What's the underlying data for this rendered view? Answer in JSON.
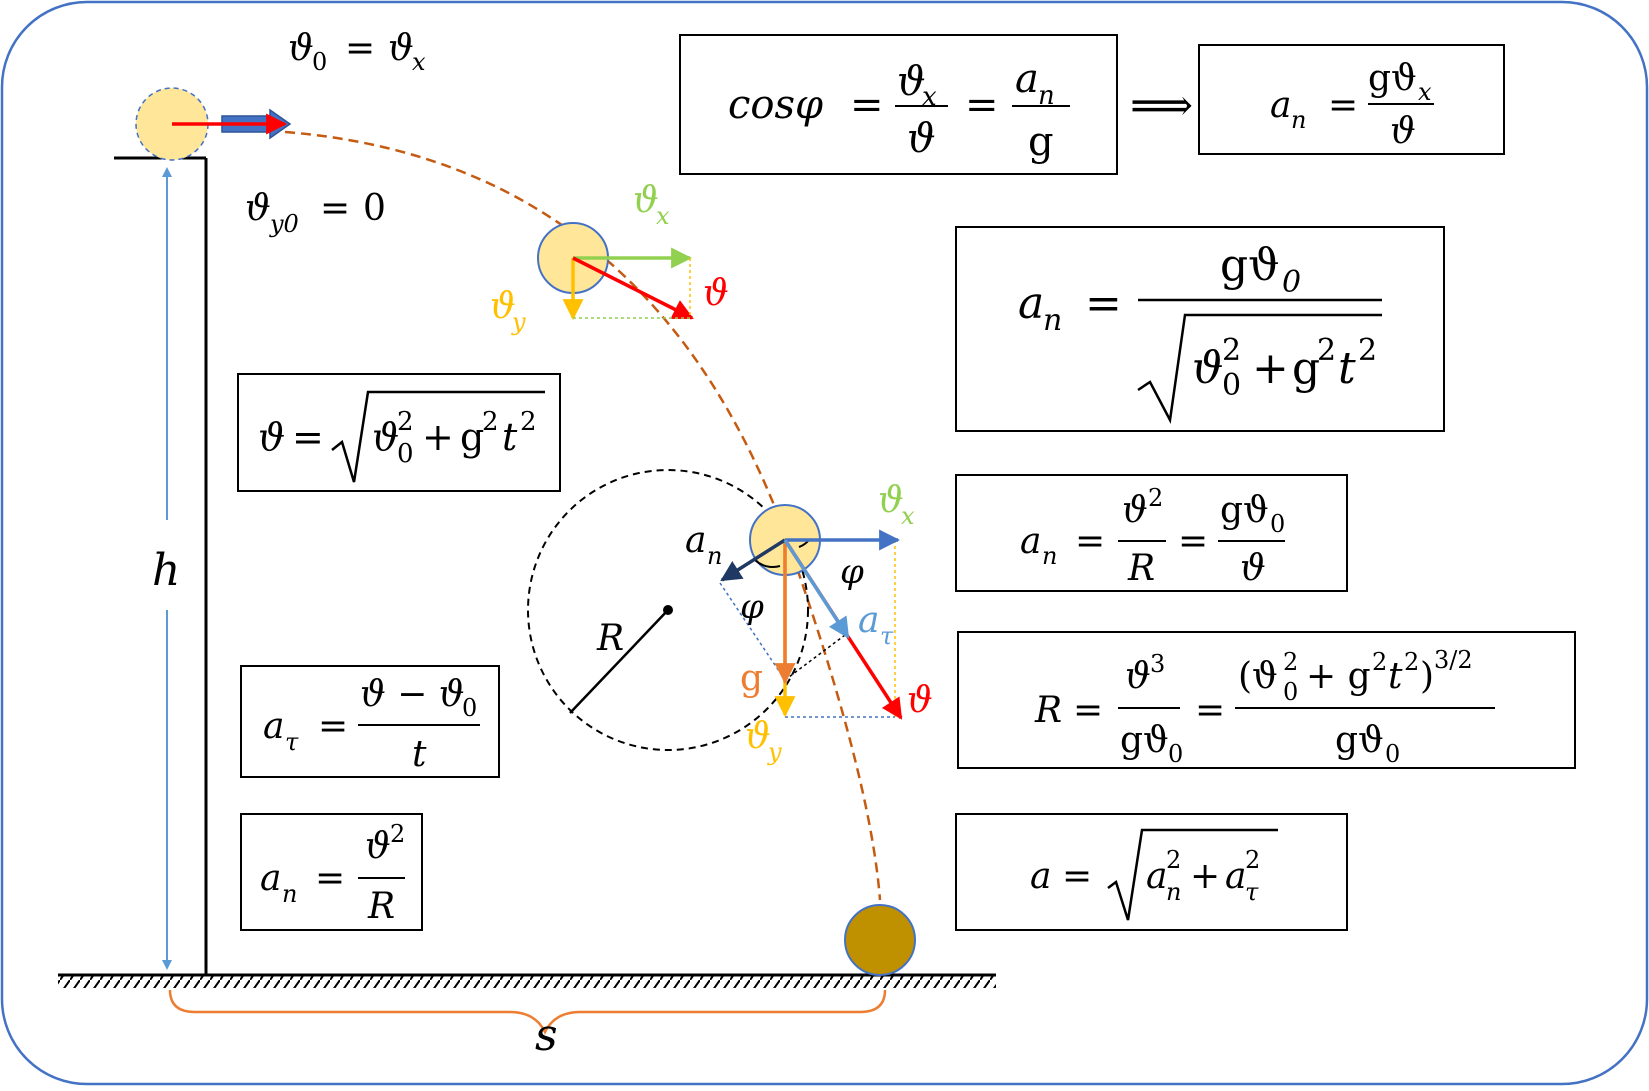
{
  "labels": {
    "v0_eq_vx": {
      "lhs": "ϑ",
      "lhs_sub": "0",
      "eq": "=",
      "rhs": "ϑ",
      "rhs_sub": "x"
    },
    "vy0_eq_0": {
      "lhs": "ϑ",
      "lhs_sub": "y0",
      "eq": "=",
      "rhs": "0"
    },
    "h": "h",
    "s": "s",
    "R": "R",
    "vx": "ϑ",
    "vx_sub": "x",
    "vy": "ϑ",
    "vy_sub": "y",
    "v": "ϑ",
    "an": "a",
    "an_sub": "n",
    "at": "a",
    "at_sub": "τ",
    "g": "g",
    "phi": "φ"
  },
  "formulas": {
    "cos_phi": {
      "lhs": "cosφ",
      "eq1": "=",
      "f1_num": "ϑ",
      "f1_num_sub": "x",
      "f1_den": "ϑ",
      "eq2": "=",
      "f2_num": "a",
      "f2_num_sub": "n",
      "f2_den": "g"
    },
    "implies": "⟹",
    "an_gvx": {
      "lhs": "a",
      "lhs_sub": "n",
      "eq": "=",
      "num": "gϑ",
      "num_sub": "x",
      "den": "ϑ"
    },
    "an_big": {
      "lhs": "a",
      "lhs_sub": "n",
      "eq": "=",
      "num": "gϑ",
      "num_sub": "0",
      "den_a": "ϑ",
      "den_a_sup": "2",
      "den_a_sub": "0",
      "den_plus": "+",
      "den_b": "g",
      "den_b_sup": "2",
      "den_c": "t",
      "den_c_sup": "2"
    },
    "v_sqrt": {
      "lhs": "ϑ",
      "eq": "=",
      "a": "ϑ",
      "a_sup": "2",
      "a_sub": "0",
      "plus": "+",
      "b": "g",
      "b_sup": "2",
      "c": "t",
      "c_sup": "2"
    },
    "an_v2R": {
      "lhs": "a",
      "lhs_sub": "n",
      "eq1": "=",
      "f1_num": "ϑ",
      "f1_num_sup": "2",
      "f1_den": "R",
      "eq2": "=",
      "f2_num": "gϑ",
      "f2_num_sub": "0",
      "f2_den": "ϑ"
    },
    "R_formula": {
      "lhs": "R",
      "eq1": "=",
      "f1_num": "ϑ",
      "f1_num_sup": "3",
      "f1_den": "gϑ",
      "f1_den_sub": "0",
      "eq2": "=",
      "num_open": "(ϑ",
      "num_sup": "2",
      "num_sub": "0",
      "num_plus": "+ g",
      "num_g_sup": "2",
      "num_t": "t",
      "num_t_sup": "2",
      "num_close": ")",
      "num_pow": "3/2",
      "f2_den": "gϑ",
      "f2_den_sub": "0"
    },
    "at_formula": {
      "lhs": "a",
      "lhs_sub": "τ",
      "eq": "=",
      "num": "ϑ − ϑ",
      "num_sub": "0",
      "den": "t"
    },
    "an_small": {
      "lhs": "a",
      "lhs_sub": "n",
      "eq": "=",
      "num": "ϑ",
      "num_sup": "2",
      "den": "R"
    },
    "a_total": {
      "lhs": "a",
      "eq": "=",
      "a": "a",
      "a_sub": "n",
      "a_sup": "2",
      "plus": "+",
      "b": "a",
      "b_sub": "τ",
      "b_sup": "2"
    }
  },
  "colors": {
    "frame": "#4472c4",
    "red": "#ff0000",
    "green": "#92d050",
    "yellow": "#ffc000",
    "orange": "#ed7d31",
    "blue_dark": "#1f3864",
    "blue_light": "#5b9bd5",
    "blue_mid": "#4472c4",
    "trajectory": "#c55a11",
    "ball_fill": "#ffe699",
    "ball_bottom": "#bf9000"
  }
}
